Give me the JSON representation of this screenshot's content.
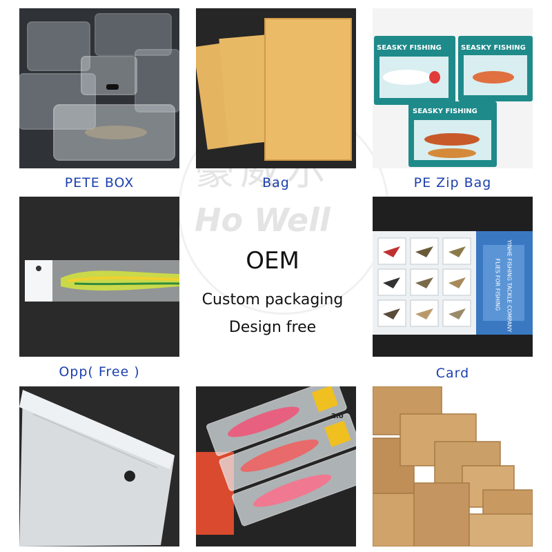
{
  "captions": {
    "pete_box": "PETE BOX",
    "bag": "Bag",
    "pe_zip_bag": "PE Zip Bag",
    "opp": "Opp( Free )",
    "card": "Card"
  },
  "center": {
    "oem": "OEM",
    "custom": "Custom packaging",
    "design": "Design free"
  },
  "watermark": {
    "chinese": "豪威尔",
    "latin": "Ho Well"
  },
  "product_text": {
    "seasky": "SEASKY FISHING",
    "card_company": "YINHE FISHING TACKLE COMPANY",
    "card_flies": "FLIES FOR FISHING",
    "squid_label": "2.0"
  },
  "colors": {
    "caption_blue": "#1c3fae",
    "kraft": "#e2b05a",
    "cardboard": "#c89a62",
    "zip_teal": "#1f8a8a"
  }
}
